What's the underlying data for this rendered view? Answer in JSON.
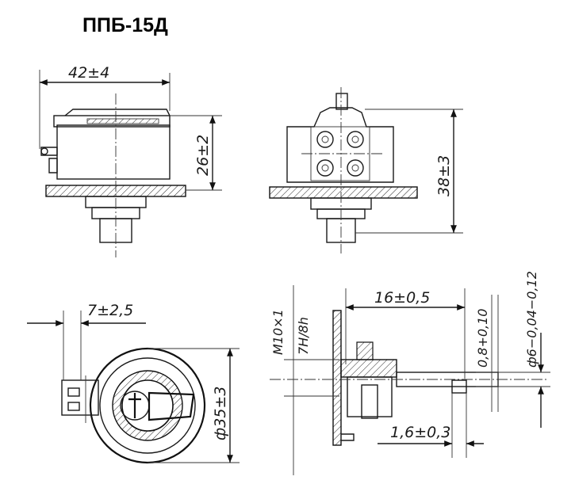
{
  "title": "ППБ-15Д",
  "dimensions": {
    "width_42": "42±4",
    "height_26": "26±2",
    "height_38": "38±3",
    "offset_7": "7±2,5",
    "diameter_35": "ф35±3",
    "length_16": "16±0,5",
    "thread": "M10×1",
    "thread_tol": "7H/8h",
    "groove_08": "0,8+0,10",
    "diameter_6": "ф6−0,04−0,12",
    "step_16": "1,6±0,3"
  }
}
